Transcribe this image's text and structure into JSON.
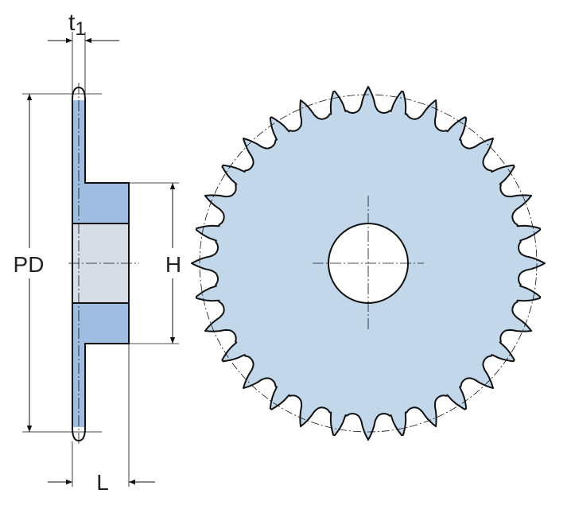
{
  "labels": {
    "t1_main": "t",
    "t1_sub": "1",
    "pd": "PD",
    "h": "H",
    "l": "L"
  },
  "colors": {
    "body_fill": "#c3d7ea",
    "hub_fill": "#9ebde0",
    "bore_fill": "#d6dde6",
    "outline": "#111111"
  },
  "sprocket": {
    "teeth": 32
  }
}
